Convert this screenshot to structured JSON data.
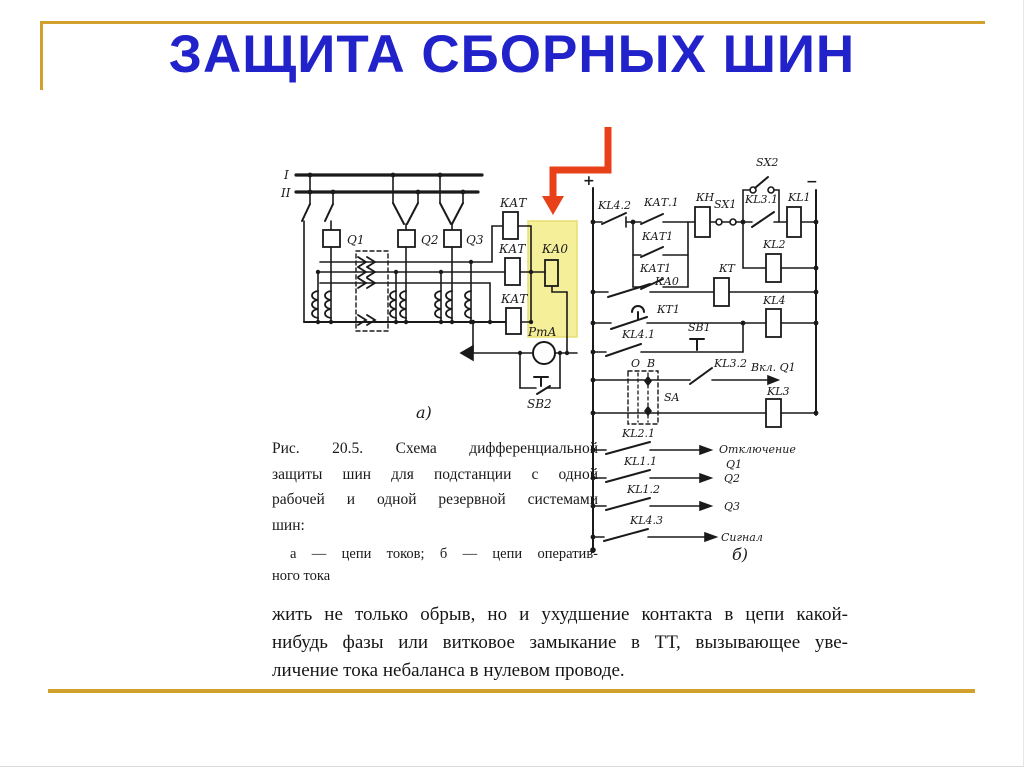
{
  "slide": {
    "title": "ЗАЩИТА СБОРНЫХ ШИН",
    "accent_color": "#d2a02c",
    "title_color": "#2222cb",
    "highlight_color": "#f6ef94",
    "arrow_color": "#e84018"
  },
  "caption": {
    "lines": [
      "Рис. 20.5. Схема дифференциальной",
      "защиты шин для подстанции с одной",
      "рабочей и одной резервной системами",
      "шин:"
    ],
    "legend": [
      "а — цепи токов; б — цепи оператив-",
      "ного тока"
    ]
  },
  "paragraph": {
    "lines": [
      "жить не только обрыв, но и ухудшение контакта в цепи какой-",
      "нибудь фазы или витковое замыкание в ТТ, вызывающее уве-",
      "личение тока небаланса в нулевом проводе."
    ]
  },
  "schematic": {
    "part_a": {
      "bus1": "I",
      "bus2": "II",
      "q1": "Q1",
      "q2": "Q2",
      "q3": "Q3",
      "kat1": "КАТ",
      "kat2": "КАТ",
      "kat3": "КАТ",
      "ka0": "КА0",
      "rta": "РтА",
      "sb2": "SB2",
      "label": "а)"
    },
    "part_b": {
      "plus": "+",
      "minus": "−",
      "kl42": "KL4.2",
      "kat_1": "КАТ.1",
      "kat1a": "КАТ1",
      "kat1b": "КАТ1",
      "kh": "КН",
      "sx1": "SX1",
      "kl31": "KL3.1",
      "sx2": "SX2",
      "kl1": "KL1",
      "kl2": "KL2",
      "ka0": "КА0",
      "kt": "КТ",
      "kt1": "КТ1",
      "kl4": "KL4",
      "kl41": "KL4.1",
      "sb1": "SB1",
      "kl32": "KL3.2",
      "vkl_q1": "Вкл. Q1",
      "sa": "SA",
      "sa_o": "О",
      "sa_v": "В",
      "kl3": "KL3",
      "kl21": "KL2.1",
      "off": "Отключение",
      "off_q1": "Q1",
      "kl11": "KL1.1",
      "q2": "Q2",
      "kl12": "KL1.2",
      "q3": "Q3",
      "kl43": "KL4.3",
      "signal": "Сигнал",
      "label": "б)"
    }
  }
}
